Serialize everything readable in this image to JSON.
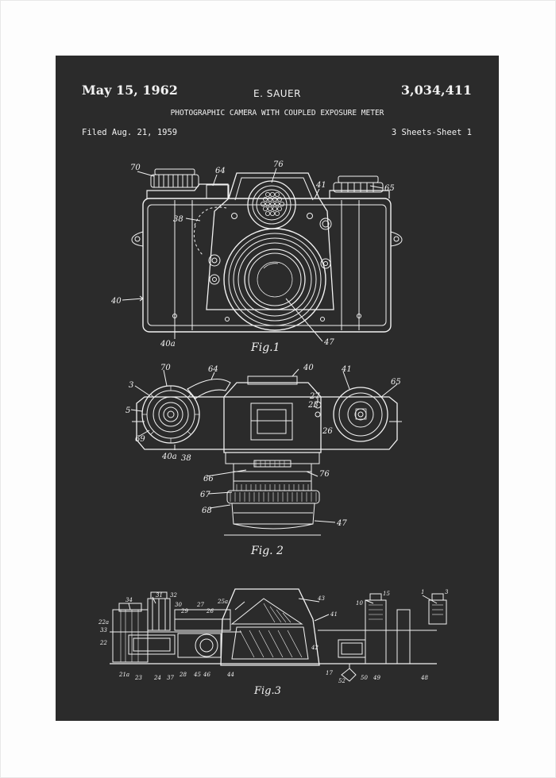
{
  "header": {
    "date": "May 15, 1962",
    "inventor": "E. SAUER",
    "patent_number": "3,034,411",
    "title": "PHOTOGRAPHIC CAMERA WITH COUPLED EXPOSURE METER",
    "filed": "Filed Aug. 21, 1959",
    "sheets": "3 Sheets-Sheet 1"
  },
  "colors": {
    "plate": "#2b2b2b",
    "line": "#f2f2f2",
    "frame": "#ffffff"
  },
  "figures": {
    "fig1": {
      "caption": "Fig.1",
      "refs": {
        "r70": "70",
        "r64": "64",
        "r76": "76",
        "r41": "41",
        "r65": "65",
        "r38": "38",
        "r40": "40",
        "r40a": "40a",
        "r47": "47"
      }
    },
    "fig2": {
      "caption": "Fig. 2",
      "refs": {
        "r3": "3",
        "r70": "70",
        "r64": "64",
        "r40": "40",
        "r41": "41",
        "r65": "65",
        "r5": "5",
        "r69": "69",
        "r40a": "40a",
        "r38": "38",
        "r27": "27",
        "r23": "23",
        "r26": "26",
        "r66": "66",
        "r76": "76",
        "r67": "67",
        "r68": "68",
        "r47": "47"
      }
    },
    "fig3": {
      "caption": "Fig.3",
      "refs": {
        "r34": "34",
        "r31": "31",
        "r32": "32",
        "r30": "30",
        "r29": "29",
        "r27": "27",
        "r26": "26",
        "r25a": "25a",
        "r43": "43",
        "r41": "41",
        "r10": "10",
        "r15": "15",
        "r1": "1",
        "r3": "3",
        "r22a": "22a",
        "r33": "33",
        "r22": "22",
        "r21a": "21a",
        "r23": "23",
        "r24": "24",
        "r37": "37",
        "r28": "28",
        "r45": "45",
        "r46": "46",
        "r44": "44",
        "r42": "42",
        "r17": "17",
        "r52": "52",
        "r50": "50",
        "r49": "49",
        "r48": "48"
      }
    }
  }
}
